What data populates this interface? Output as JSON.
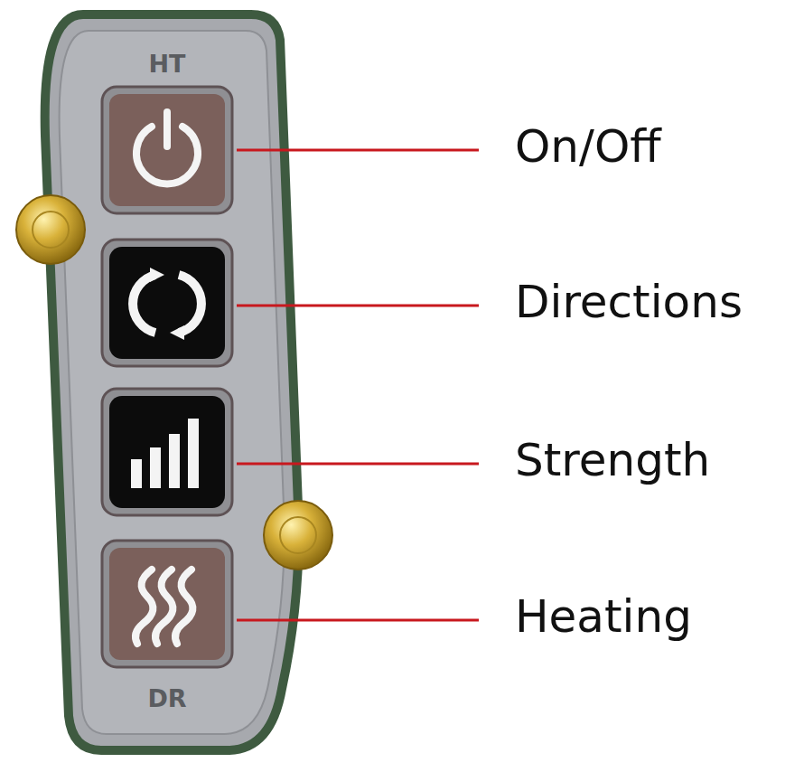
{
  "diagram": {
    "nodes": [
      {
        "text": [
          "HT",
          "DR"
        ]
      }
    ],
    "labels": [
      "On/Off",
      "Directions",
      "Strength",
      "Heating"
    ]
  }
}
